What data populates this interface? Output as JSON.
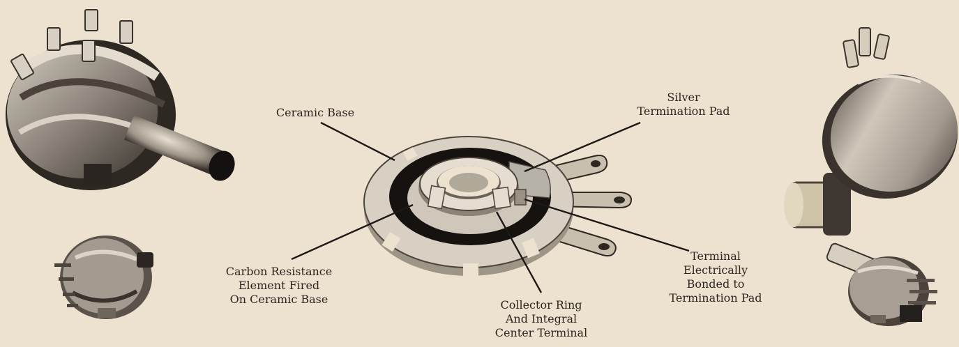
{
  "labels": {
    "ceramic_base": "Ceramic Base",
    "silver_termination_pad": "Silver\nTermination Pad",
    "carbon_resistance_element": "Carbon Resistance\nElement Fired\nOn Ceramic Base",
    "collector_ring": "Collector Ring\nAnd Integral\nCenter Terminal",
    "terminal_bonded": "Terminal\nElectrically\nBonded to\nTermination Pad"
  },
  "colors": {
    "paper": "#ede2cf",
    "ink": "#2b2520",
    "ceramic": "#d6cfc1",
    "carbon": "#151210",
    "silver": "#b7b2a7",
    "metal_light": "#c8bfae",
    "metal_dark": "#3d3630"
  }
}
